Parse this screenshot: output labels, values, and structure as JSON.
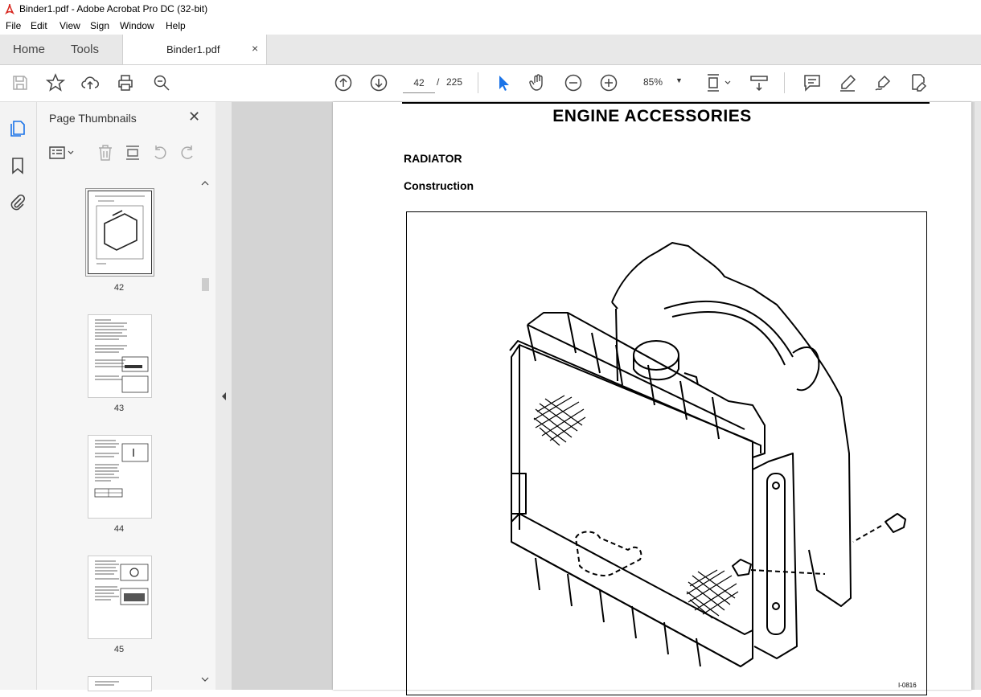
{
  "window": {
    "title": "Binder1.pdf - Adobe Acrobat Pro DC (32-bit)"
  },
  "menu": [
    "File",
    "Edit",
    "View",
    "Sign",
    "Window",
    "Help"
  ],
  "tabs": {
    "home": "Home",
    "tools": "Tools",
    "document": "Binder1.pdf",
    "close": "×"
  },
  "toolbar": {
    "current_page": "42",
    "separator": "/",
    "total_pages": "225",
    "zoom": "85%"
  },
  "thumbnails": {
    "header": "Page Thumbnails",
    "pages": [
      {
        "number": "42",
        "selected": true
      },
      {
        "number": "43",
        "selected": false
      },
      {
        "number": "44",
        "selected": false
      },
      {
        "number": "45",
        "selected": false
      }
    ]
  },
  "document": {
    "heading": "ENGINE ACCESSORIES",
    "section": "RADIATOR",
    "subsection": "Construction",
    "figure_code": "I-0816"
  },
  "colors": {
    "accent": "#1a73e8",
    "acrobat_red": "#d7261e",
    "page_bg": "#d4d4d4"
  }
}
